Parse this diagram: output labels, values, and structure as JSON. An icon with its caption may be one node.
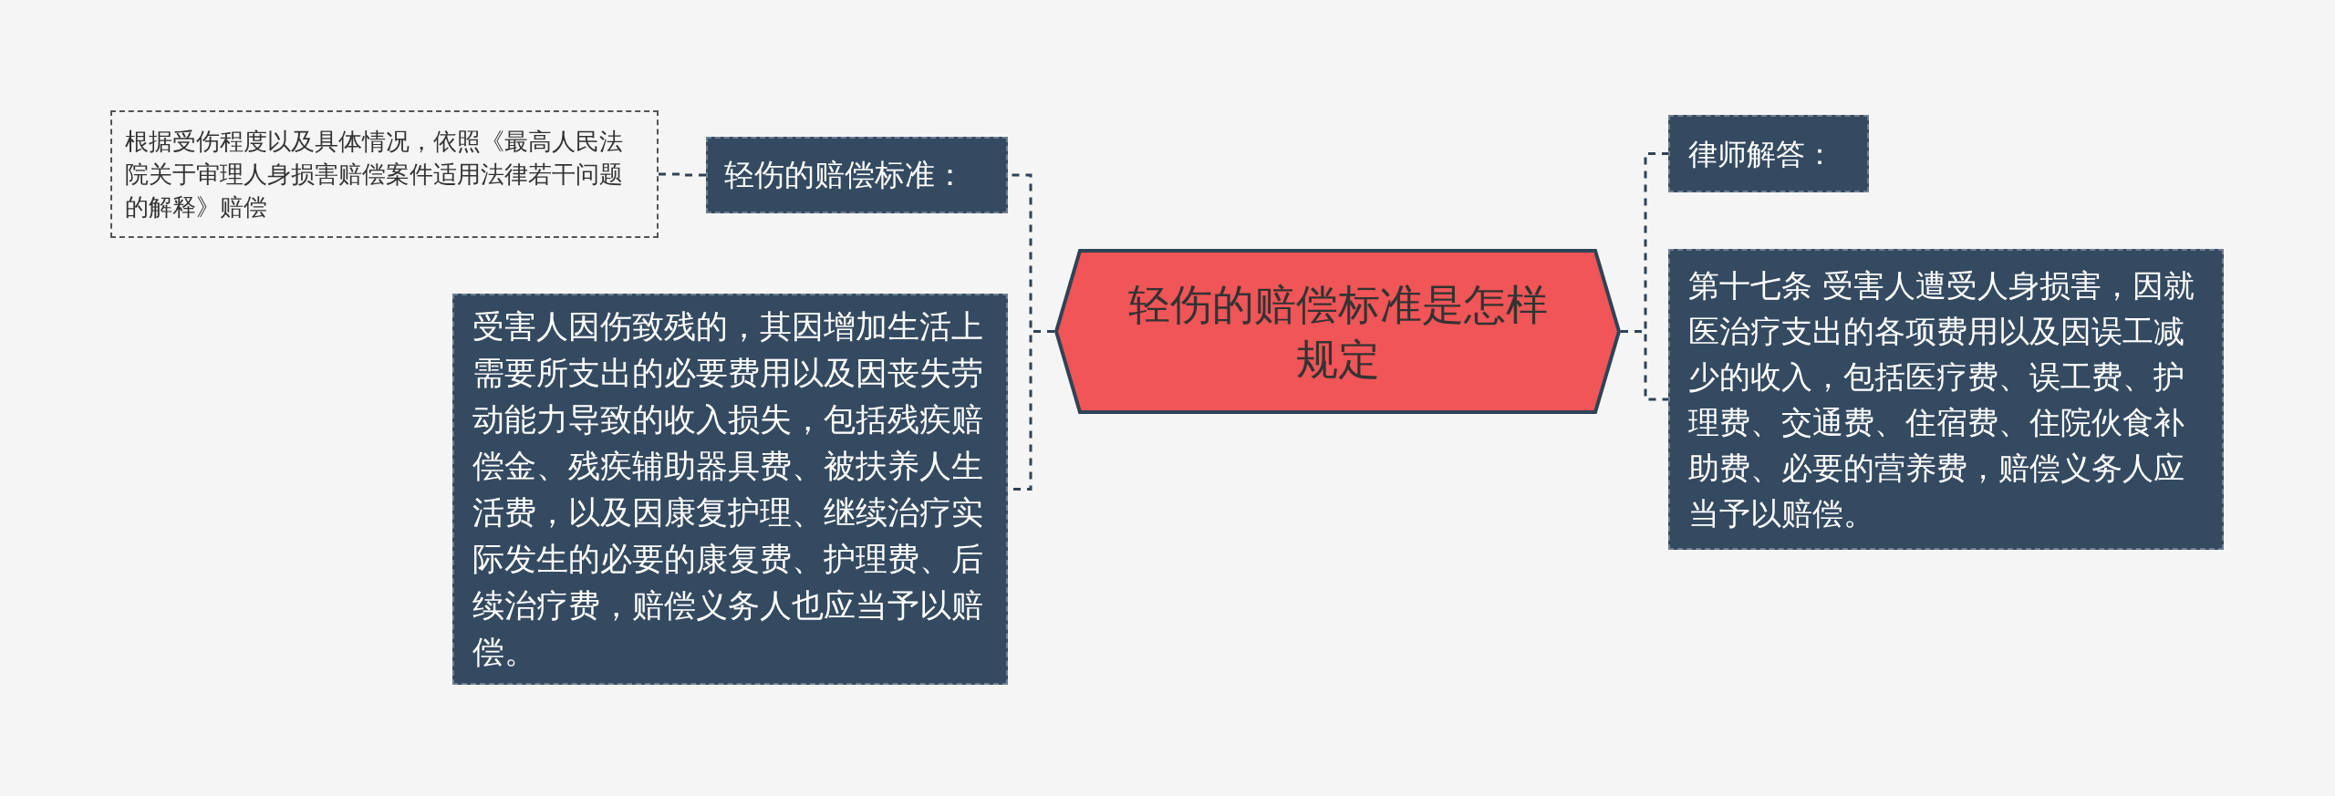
{
  "diagram": {
    "nodes": [
      {
        "text": [
          "轻伤的赔偿标准是怎样规定"
        ]
      },
      {
        "text": [
          "轻伤的赔偿标准："
        ]
      },
      {
        "text": [
          "根据受伤程度以及具体情况，依照《最高人民法院关于审理人身损害赔偿案件适用法律若干问题的解释》赔偿"
        ]
      },
      {
        "text": [
          "受害人因伤致残的，其因增加生活上需要所支出的必要费用以及因丧失劳动能力导致的收入损失，包括残疾赔偿金、残疾辅助器具费、被扶养人生活费，以及因康复护理、继续治疗实际发生的必要的康复费、护理费、后续治疗费，赔偿义务人也应当予以赔偿。"
        ]
      },
      {
        "text": [
          "律师解答："
        ]
      },
      {
        "text": [
          "第十七条 受害人遭受人身损害，因就医治疗支出的各项费用以及因误工减少的收入，包括医疗费、误工费、护理费、交通费、住宿费、住院伙食补助费、必要的营养费，赔偿义务人应当予以赔偿。"
        ]
      }
    ],
    "edges": [
      {
        "from": 0,
        "to": 1,
        "arrow": "none"
      },
      {
        "from": 0,
        "to": 3,
        "arrow": "none"
      },
      {
        "from": 1,
        "to": 2,
        "arrow": "none"
      },
      {
        "from": 0,
        "to": 4,
        "arrow": "none"
      },
      {
        "from": 0,
        "to": 5,
        "arrow": "none"
      }
    ]
  }
}
